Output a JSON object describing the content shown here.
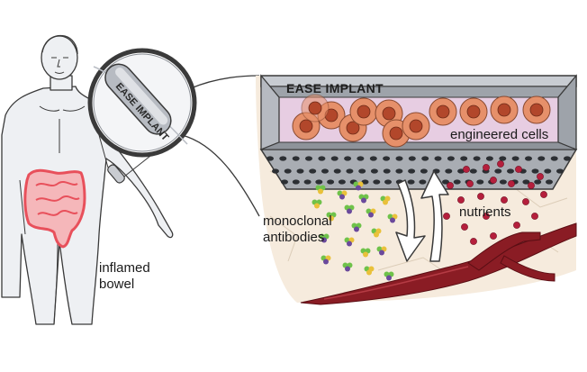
{
  "labels": {
    "implant_zoom": "EASE IMPLANT",
    "implant_main": "EASE IMPLANT",
    "engineered_cells": "engineered cells",
    "monoclonal_antibodies_line1": "monoclonal",
    "monoclonal_antibodies_line2": "antibodies",
    "nutrients": "nutrients",
    "inflamed_bowel_line1": "inflamed",
    "inflamed_bowel_line2": "bowel"
  },
  "colors": {
    "outline": "#3a3a3a",
    "skin": "#eef0f3",
    "bowel": "#e8505b",
    "tissue": "#f6ebdd",
    "vessel": "#8a1c24",
    "cell": "#e6906a",
    "nucleus": "#b2472b",
    "chamber": "#e7cde2",
    "steel": "#a9adb3",
    "nutrient": "#b51f3c",
    "antibody_green": "#6fc24a",
    "antibody_yellow": "#e9c13a"
  }
}
